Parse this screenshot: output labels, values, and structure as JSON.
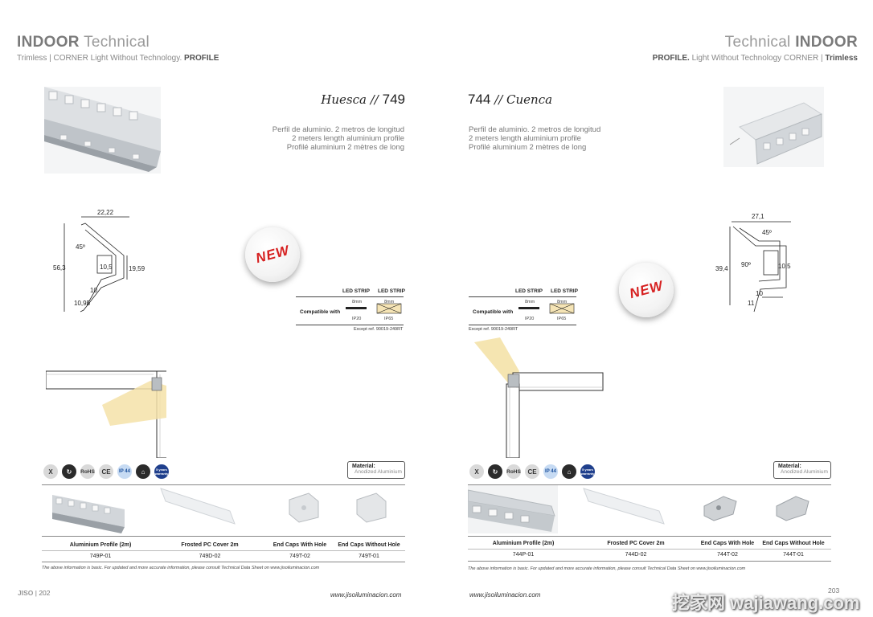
{
  "left": {
    "header_big_bold": "INDOOR",
    "header_big_light": "Technical",
    "header_sub_1": "Trimless | CORNER Light Without Technology.",
    "header_sub_2": "PROFILE",
    "model_name": "Huesca",
    "model_sep": "//",
    "model_num": "749",
    "desc": [
      "Perfil de aluminio. 2 metros de longitud",
      "2 meters length aluminium profile",
      "Profilé aluminium 2 mètres de long"
    ],
    "dims": {
      "top": "22,22",
      "left": "56,3",
      "angle": "45º",
      "inner": "10,5",
      "right": "19,59",
      "bottom_a": "10",
      "bottom_b": "10,95"
    },
    "new_label": "NEW",
    "compat": {
      "label": "Compatible with",
      "col1": "LED STRIP",
      "col2": "LED STRIP",
      "sub1": "8mm",
      "sub2": "8mm",
      "ip1": "IP20",
      "ip2": "IP65",
      "except": "Except ref. 90019-249RT"
    },
    "material_title": "Material:",
    "material_value": "Anodized Aluminium",
    "icons": [
      "X",
      "↻",
      "RoHS",
      "CE",
      "IP 44",
      "⌂",
      "5 years warranty"
    ],
    "acc_labels": [
      "Aluminium Profile (2m)",
      "Frosted PC Cover 2m",
      "End Caps With Hole",
      "End Caps Without Hole"
    ],
    "acc_refs": [
      "749P-01",
      "749D-02",
      "749T-02",
      "749T-01"
    ],
    "note": "The above information is basic. For updated and more accurate information, please consult Technical Data Sheet on www.jisoiluminacion.com",
    "logo": "JISO",
    "page_num": "202",
    "url": "www.jisoiluminacion.com"
  },
  "right": {
    "header_big_light": "Technical",
    "header_big_bold": "INDOOR",
    "header_sub_1": "PROFILE.",
    "header_sub_2": "Light Without Technology CORNER |",
    "header_sub_3": "Trimless",
    "model_num": "744",
    "model_sep": "//",
    "model_name": "Cuenca",
    "desc": [
      "Perfil de aluminio. 2 metros de longitud",
      "2 meters length aluminium profile",
      "Profilé aluminium 2 mètres de long"
    ],
    "dims": {
      "top": "27,1",
      "left": "39,4",
      "angle": "45º",
      "angle2": "90º",
      "inner": "10,5",
      "bottom_a": "10",
      "bottom_b": "11"
    },
    "new_label": "NEW",
    "compat": {
      "label": "Compatible with",
      "col1": "LED STRIP",
      "col2": "LED STRIP",
      "sub1": "8mm",
      "sub2": "8mm",
      "ip1": "IP20",
      "ip2": "IP65",
      "except": "Except ref. 90019-249RT"
    },
    "material_title": "Material:",
    "material_value": "Anodized Aluminium",
    "icons": [
      "X",
      "↻",
      "RoHS",
      "CE",
      "IP 44",
      "⌂",
      "5 years warranty"
    ],
    "acc_labels": [
      "Aluminium Profile (2m)",
      "Frosted PC Cover 2m",
      "End Caps With Hole",
      "End Caps Without Hole"
    ],
    "acc_refs": [
      "744P-01",
      "744D-02",
      "744T-02",
      "744T-01"
    ],
    "note": "The above information is basic. For updated and more accurate information, please consult Technical Data Sheet on www.jisoiluminacion.com",
    "url": "www.jisoiluminacion.com",
    "page_num": "203"
  },
  "watermark": "挖家网 wajiawang.com"
}
